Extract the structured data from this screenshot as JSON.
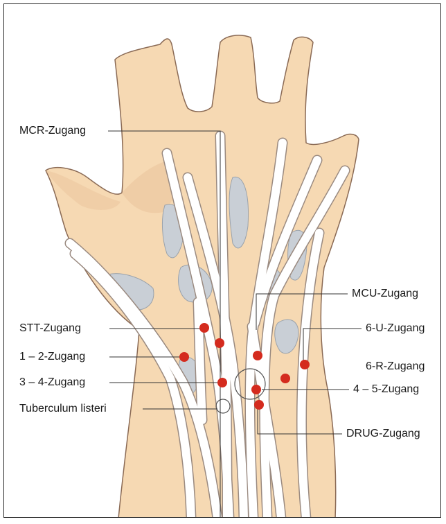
{
  "labels": {
    "mcr": "MCR-Zugang",
    "stt": "STT-Zugang",
    "z12": "1 – 2-Zugang",
    "z34": "3 – 4-Zugang",
    "listeri": "Tuberculum listeri",
    "mcu": "MCU-Zugang",
    "u6": "6-U-Zugang",
    "r6": "6-R-Zugang",
    "z45": "4 – 5-Zugang",
    "drug": "DRUG-Zugang"
  },
  "colors": {
    "skin": "#f6d9b3",
    "skin_shade": "#e9c29a",
    "outline": "#8a6a55",
    "bone": "#c9cfd6",
    "tendon": "#ffffff",
    "tendon_edge": "#9a8a80",
    "portal": "#d42b1e",
    "leader": "#333333"
  }
}
